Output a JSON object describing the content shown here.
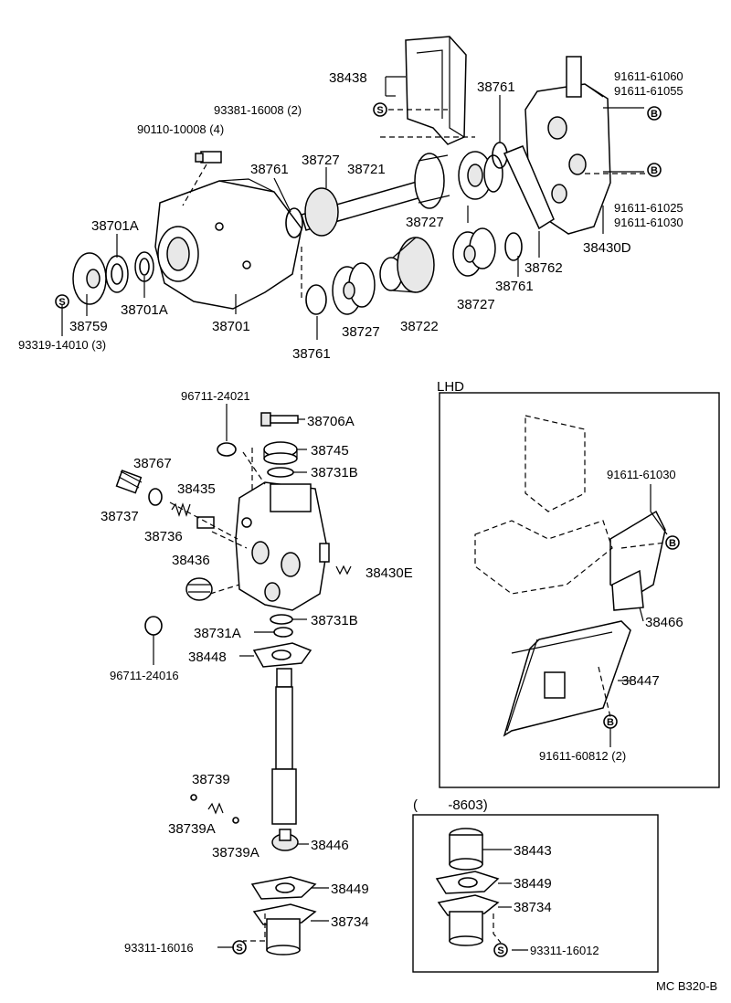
{
  "labels": {
    "p38438": "38438",
    "p38761a": "38761",
    "p91611_61060": "91611-61060",
    "p91611_61055": "91611-61055",
    "p93381": "93381-16008 (2)",
    "p90110": "90110-10008 (4)",
    "p38727a": "38727",
    "p38761b": "38761",
    "p38721": "38721",
    "p38701A_a": "38701A",
    "p38727b": "38727",
    "p91611_61025": "91611-61025",
    "p91611_61030a": "91611-61030",
    "p38430D": "38430D",
    "p38762": "38762",
    "p38761c": "38761",
    "p38727c": "38727",
    "p38701A_b": "38701A",
    "p38759": "38759",
    "p93319": "93319-14010 (3)",
    "p38701": "38701",
    "p38727d": "38727",
    "p38722": "38722",
    "p38761d": "38761",
    "p96711_24021": "96711-24021",
    "p38706A": "38706A",
    "p38745": "38745",
    "p38731B_a": "38731B",
    "p38767": "38767",
    "p38435": "38435",
    "p38737": "38737",
    "p38736": "38736",
    "p38436": "38436",
    "p38430E": "38430E",
    "p38731B_b": "38731B",
    "p38731A": "38731A",
    "p38448": "38448",
    "p96711_24016": "96711-24016",
    "p38739": "38739",
    "p38739A_a": "38739A",
    "p38739A_b": "38739A",
    "p38446": "38446",
    "p38449a": "38449",
    "p38734a": "38734",
    "p93311_16016": "93311-16016",
    "lhd": "LHD",
    "p91611_61030b": "91611-61030",
    "p38466": "38466",
    "p38447": "38447",
    "p91611_60812": "91611-60812 (2)",
    "range": "(        -8603)",
    "p38443": "38443",
    "p38449b": "38449",
    "p38734b": "38734",
    "p93311_16012": "93311-16012",
    "code": "MC B320-B"
  },
  "marks": {
    "s": "S",
    "b": "B"
  }
}
